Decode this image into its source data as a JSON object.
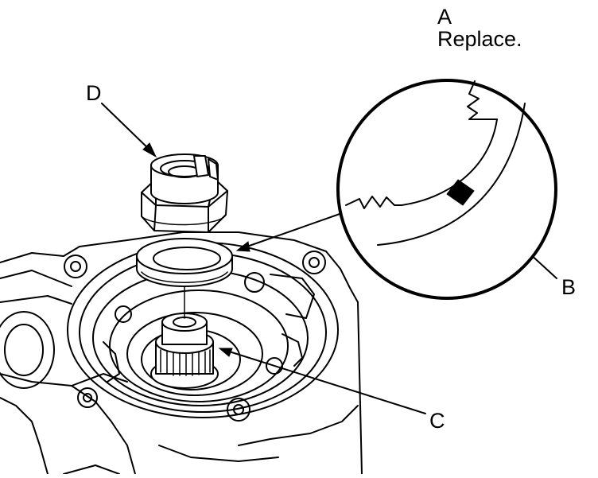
{
  "labels": {
    "a_letter": "A",
    "a_note": "Replace.",
    "b": "B",
    "c": "C",
    "d": "D"
  },
  "colors": {
    "line": "#000000",
    "background": "#ffffff"
  }
}
